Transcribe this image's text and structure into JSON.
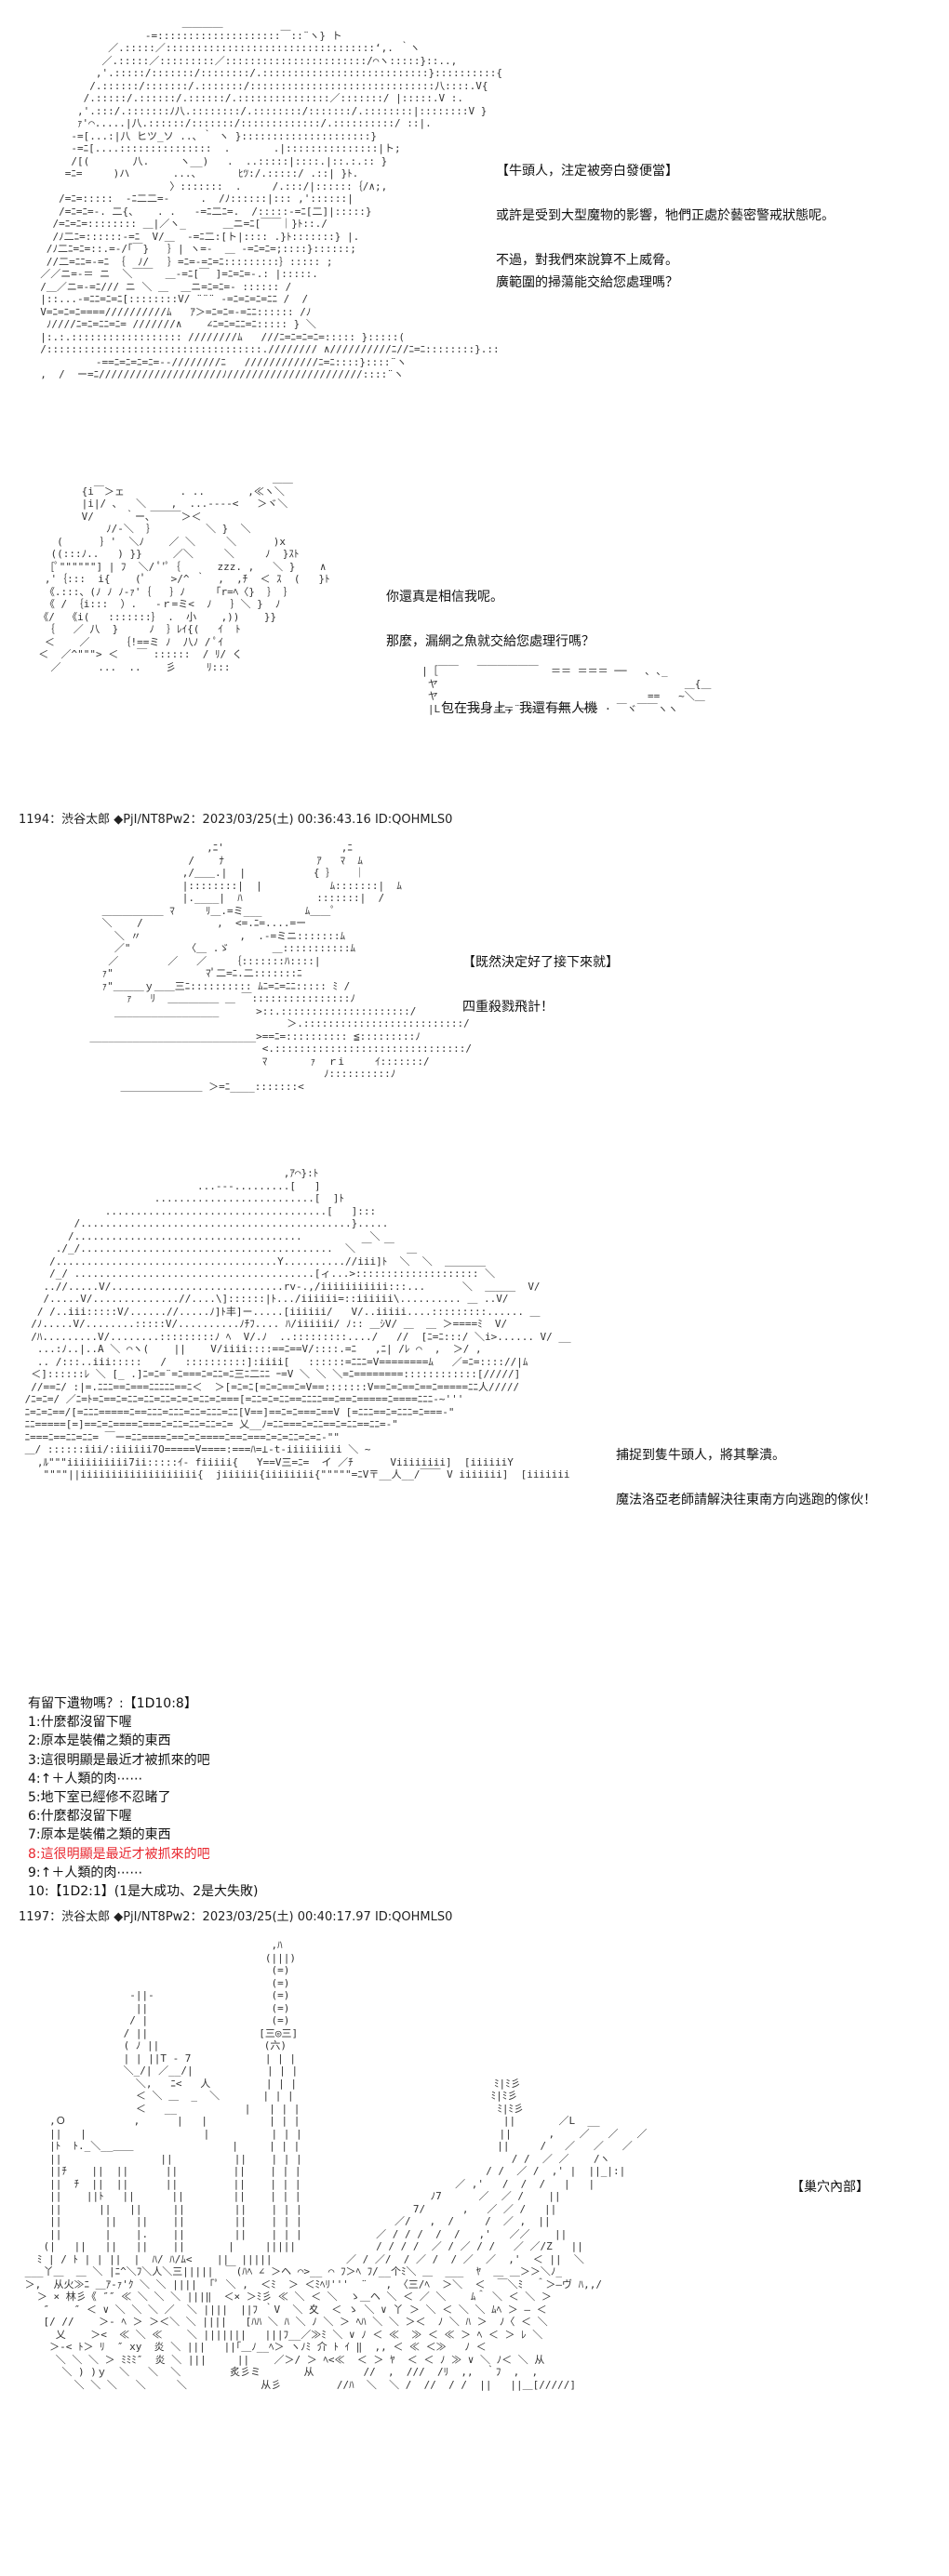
{
  "posts": [
    {
      "id": "p1",
      "dialog": [
        "【牛頭人，注定被旁白發便當】",
        "",
        "或許是受到大型魔物的影響，牠們正處於藝密警戒狀態呢。",
        "",
        "不過，對我們來說算不上威脅。",
        "廣範圍的掃蕩能交給您處理嗎？"
      ]
    },
    {
      "id": "p2",
      "dialog": [
        "你還真是相信我呢。",
        "",
        "那麼，漏網之魚就交給您處理行嗎？"
      ],
      "bubble": "包在我身上，我還有無人機"
    },
    {
      "id": "p3",
      "header": "1194：渋谷太郎 ◆PjI/NT8Pw2：2023/03/25(土) 00:36:43.16 ID:QOHMLS0",
      "dialog": [
        "【既然決定好了接下來就】",
        "",
        "四重殺戮飛計！"
      ]
    },
    {
      "id": "p4",
      "dialog": [
        "捕捉到隻牛頭人，將其擊潰。",
        "",
        "魔法洛亞老師請解決往東南方向逃跑的傢伙！"
      ],
      "question": "有留下遺物嗎？:【1D10:8】",
      "options": [
        "1:什麼都沒留下喔",
        "2:原本是裝備之類的東西",
        "3:這很明顯是最近才被抓來的吧",
        "4:↑＋人類的肉⋯⋯",
        "5:地下室已經修不忍睹了",
        "6:什麼都沒留下喔",
        "7:原本是裝備之類的東西",
        "8:這很明顯是最近才被抓來的吧",
        "9:↑＋人類的肉⋯⋯",
        "10:【1D2:1】(1是大成功、2是大失敗)"
      ],
      "highlight_index": 7,
      "highlight_color": "#e8262e"
    },
    {
      "id": "p5",
      "header": "1197：渋谷太郎 ◆PjI/NT8Pw2：2023/03/25(土) 00:40:17.97 ID:QOHMLS0",
      "dialog": [
        "【巢穴內部】"
      ]
    }
  ]
}
